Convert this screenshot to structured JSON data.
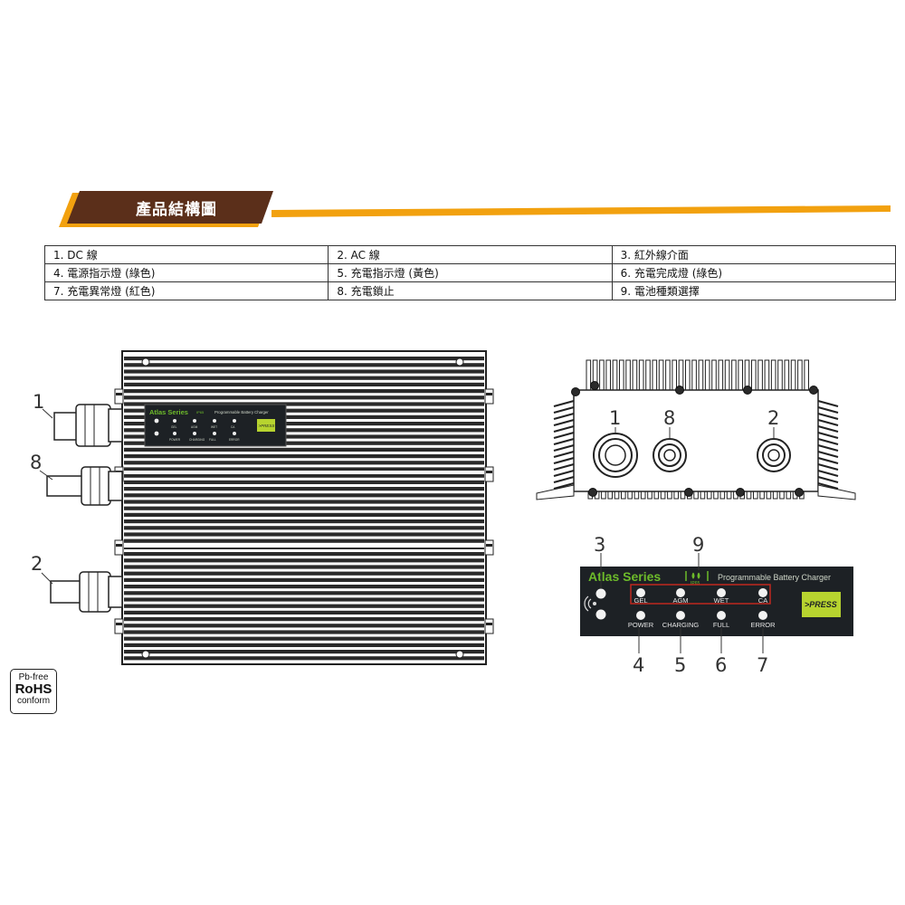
{
  "header": {
    "title": "產品結構圖"
  },
  "parts": [
    [
      "1. DC 線",
      "2. AC 線",
      "3. 紅外線介面"
    ],
    [
      "4. 電源指示燈 (綠色)",
      "5. 充電指示燈 (黃色)",
      "6. 充電完成燈 (綠色)"
    ],
    [
      "7. 充電異常燈 (紅色)",
      "8. 充電鎖止",
      "9. 電池種類選擇"
    ]
  ],
  "main_view": {
    "cable_labels": [
      "1",
      "8",
      "2"
    ],
    "panel": {
      "brand": "Atlas Series",
      "ip": "IP65",
      "subtitle": "Programmable Battery Charger",
      "top_leds": [
        "GEL",
        "AGM",
        "WET",
        "CA"
      ],
      "bottom_leds": [
        "POWER",
        "CHARGING",
        "FULL",
        "ERROR"
      ],
      "button": ">PRESS"
    }
  },
  "end_view": {
    "port_labels": [
      "1",
      "8",
      "2"
    ]
  },
  "panel_detail": {
    "brand": "Atlas Series",
    "ip": "IP65",
    "subtitle": "Programmable Battery Charger",
    "top_leds": [
      "GEL",
      "AGM",
      "WET",
      "CA"
    ],
    "bottom_leds": [
      "POWER",
      "CHARGING",
      "FULL",
      "ERROR"
    ],
    "button": ">PRESS",
    "callouts_top": [
      "3",
      "9"
    ],
    "callouts_bottom": [
      "4",
      "5",
      "6",
      "7"
    ]
  },
  "badge": {
    "line1": "Pb-free",
    "line2": "RoHS",
    "line3": "conform"
  },
  "colors": {
    "banner_brown": "#5b2f1a",
    "banner_orange": "#f2a10f",
    "panel_bg": "#1d2125",
    "led_green": "#6dbb2a",
    "press_button": "#b7d32f",
    "led_red_frame": "#c0281f"
  }
}
